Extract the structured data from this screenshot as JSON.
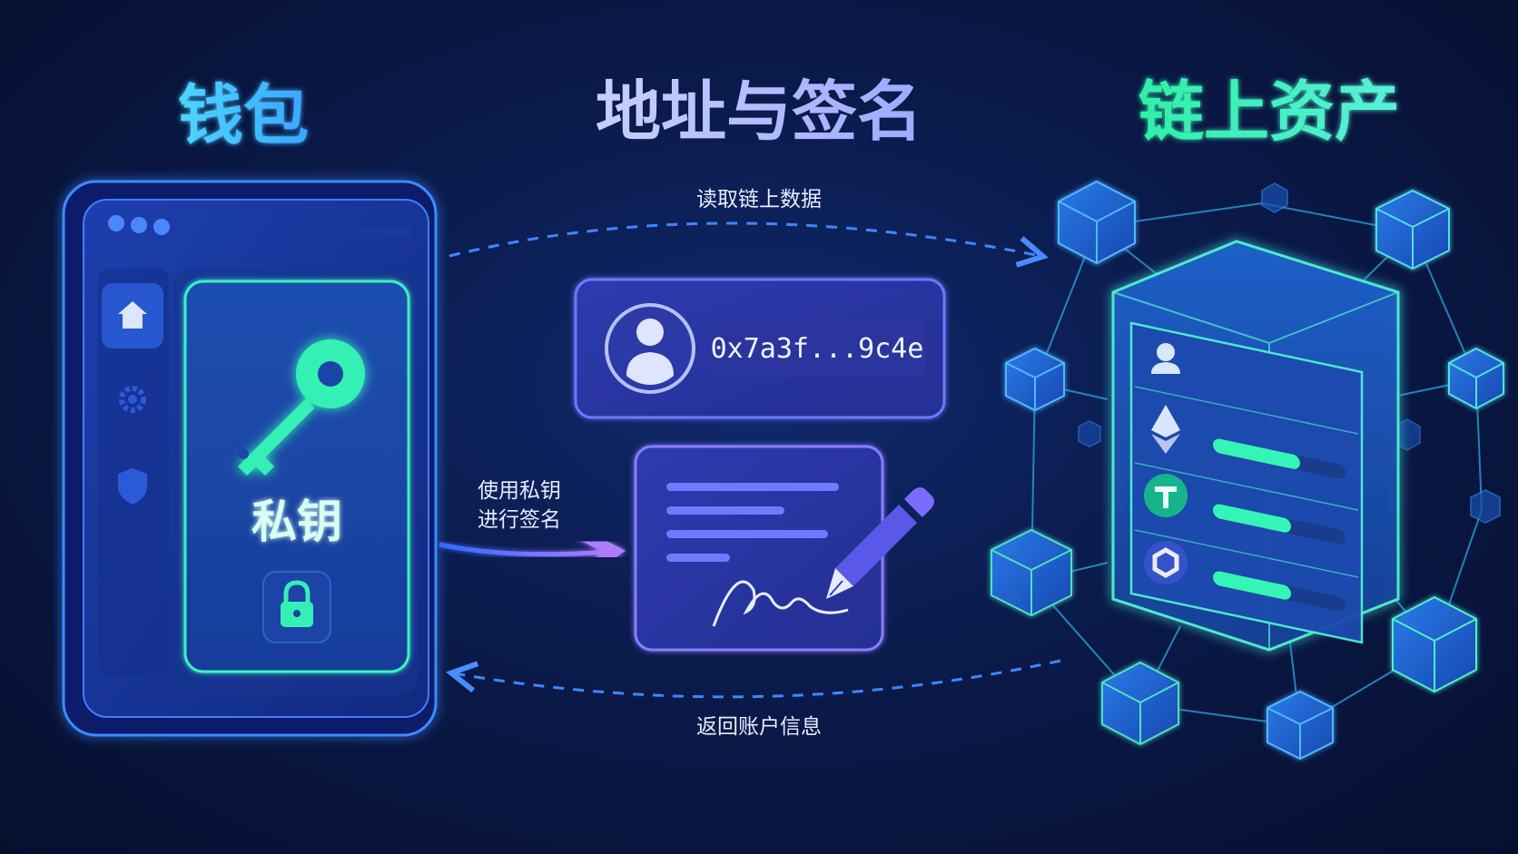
{
  "titles": {
    "wallet": "钱包",
    "address_signature": "地址与签名",
    "onchain_assets": "链上资产"
  },
  "wallet": {
    "private_key_label": "私钥",
    "sidebar_icons": [
      "home-icon",
      "gear-icon",
      "shield-icon"
    ],
    "lock_icon": "lock-icon",
    "key_icon": "key-icon"
  },
  "flows": {
    "read_chain_data": "读取链上数据",
    "sign_with_key_line1": "使用私钥",
    "sign_with_key_line2": "进行签名",
    "return_account_info": "返回账户信息"
  },
  "address": {
    "value": "0x7a3f...9c4e",
    "avatar_icon": "user-avatar-icon"
  },
  "document": {
    "pen_icon": "fountain-pen-icon",
    "signature": "signature-scribble"
  },
  "assets": {
    "rows": [
      {
        "icon": "user-icon"
      },
      {
        "icon": "ethereum-icon"
      },
      {
        "icon": "tether-icon"
      },
      {
        "icon": "chainlink-icon"
      }
    ]
  },
  "colors": {
    "wallet_title": "#3fc6ff",
    "address_title": "#a9b4ff",
    "assets_title": "#2ff0b8",
    "accent_green": "#34f5b5",
    "accent_blue": "#3b7bff",
    "accent_purple": "#8a6bff"
  }
}
